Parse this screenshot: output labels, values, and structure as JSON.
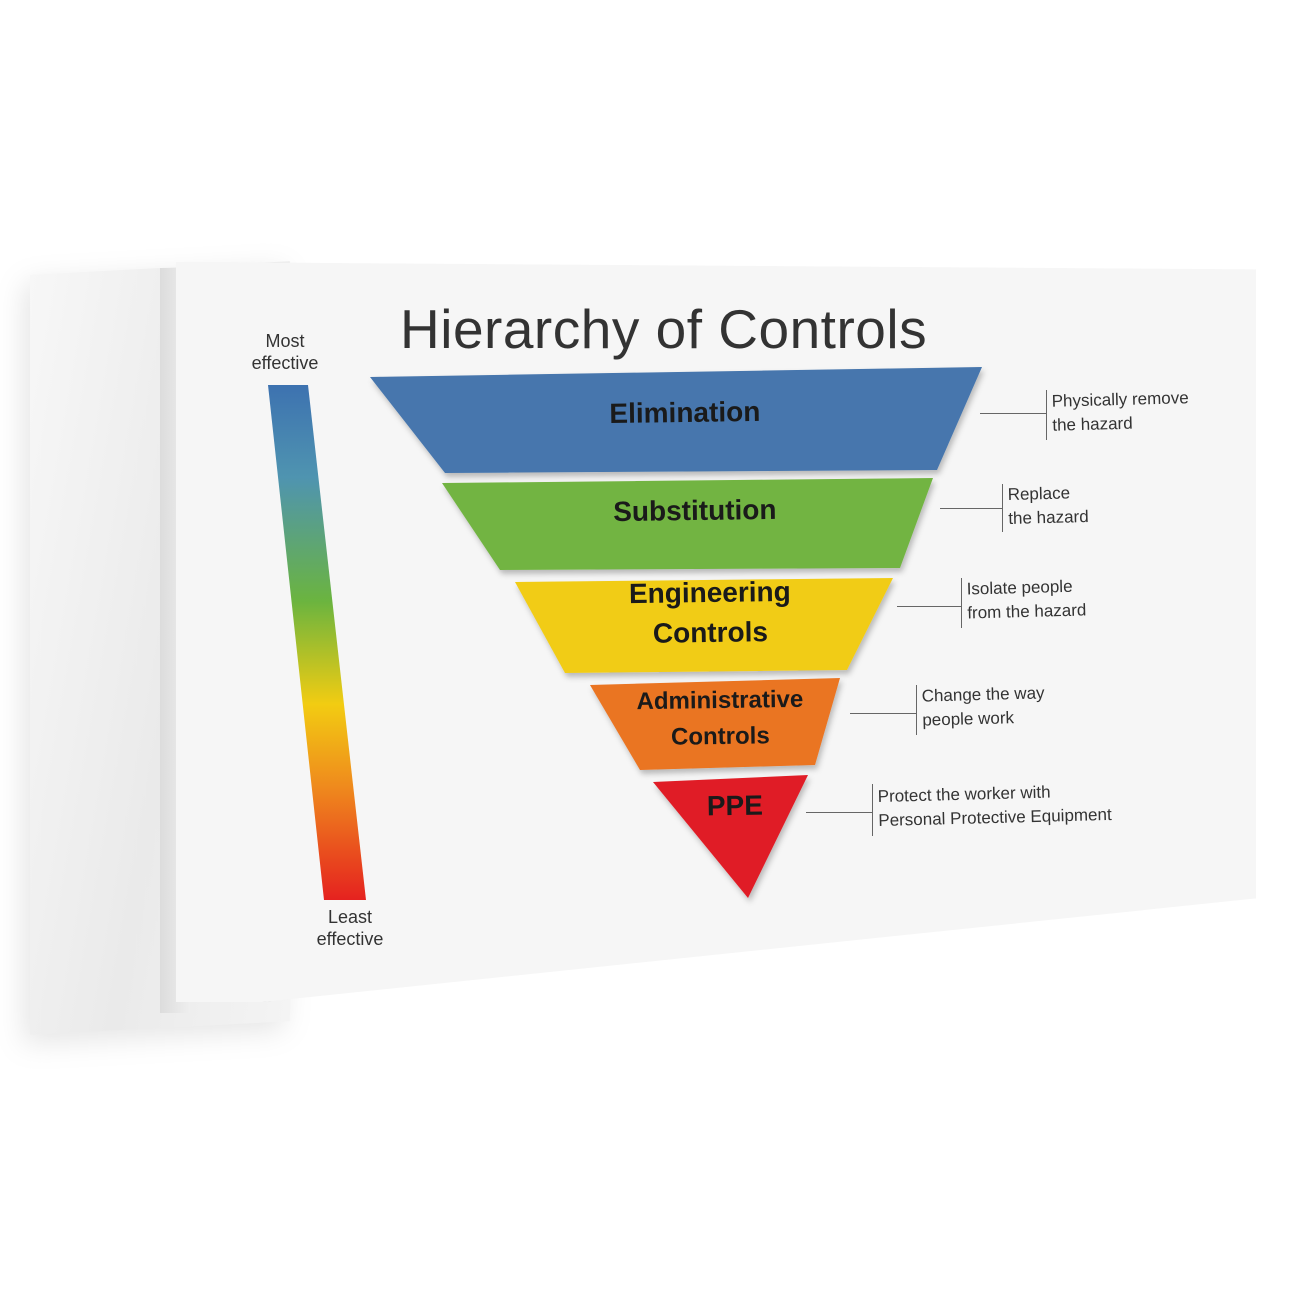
{
  "title": "Hierarchy of Controls",
  "scale": {
    "top_label_line1": "Most",
    "top_label_line2": "effective",
    "bottom_label_line1": "Least",
    "bottom_label_line2": "effective",
    "gradient_colors": [
      "#3d72b0",
      "#4f94b0",
      "#6bb43f",
      "#f2cc12",
      "#ef8a1d",
      "#e5221f"
    ]
  },
  "levels": [
    {
      "label_line1": "Elimination",
      "label_line2": "",
      "color": "#4676ad",
      "note_line1": "Physically remove",
      "note_line2": "the hazard"
    },
    {
      "label_line1": "Substitution",
      "label_line2": "",
      "color": "#72b443",
      "note_line1": "Replace",
      "note_line2": "the hazard"
    },
    {
      "label_line1": "Engineering",
      "label_line2": "Controls",
      "color": "#f1cc15",
      "note_line1": "Isolate people",
      "note_line2": "from the hazard"
    },
    {
      "label_line1": "Administrative",
      "label_line2": "Controls",
      "color": "#ea7424",
      "note_line1": "Change the way",
      "note_line2": "people work"
    },
    {
      "label_line1": "PPE",
      "label_line2": "",
      "color": "#e01e26",
      "note_line1": "Protect the worker with",
      "note_line2": "Personal Protective Equipment"
    }
  ]
}
